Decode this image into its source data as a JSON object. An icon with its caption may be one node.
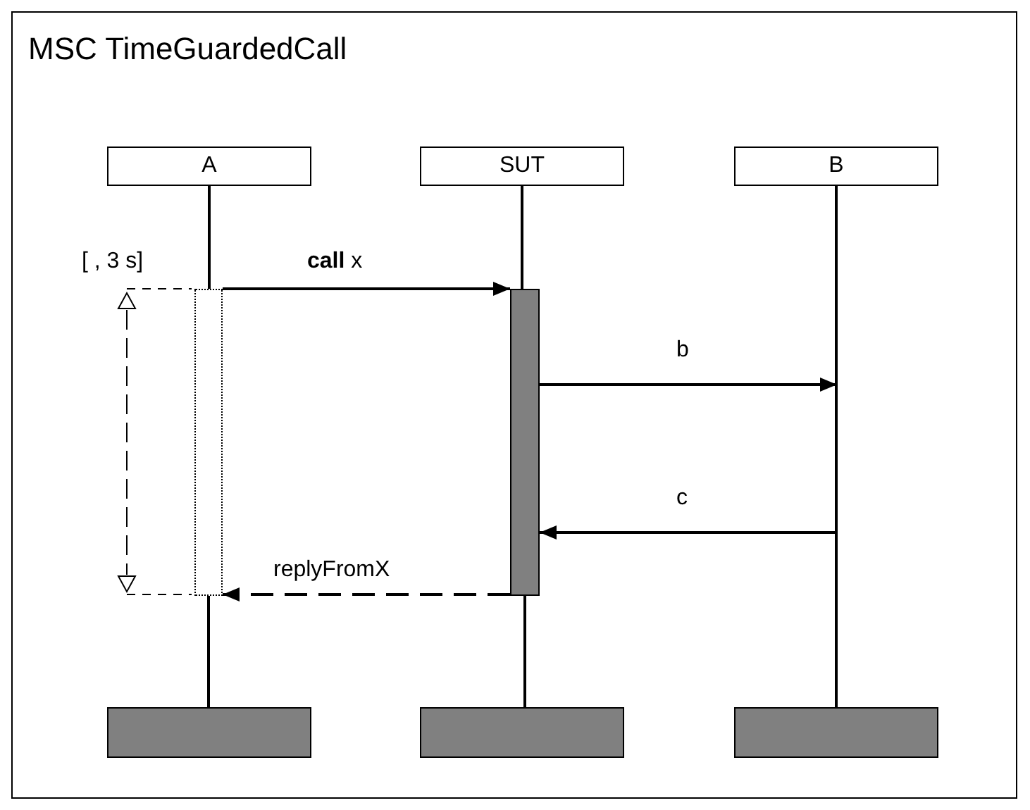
{
  "diagram": {
    "title": "MSC TimeGuardedCall",
    "nodes": [
      {
        "text": [
          "A"
        ]
      },
      {
        "text": [
          "SUT"
        ]
      },
      {
        "text": [
          "B"
        ]
      },
      {
        "text": [],
        "shape": "box"
      },
      {
        "text": [],
        "shape": "bar"
      },
      {
        "text": [],
        "shape": "bar"
      },
      {
        "text": [],
        "shape": "bar"
      },
      {
        "text": [],
        "shape": "bar"
      }
    ],
    "edges": [
      {
        "from": 0,
        "to": 3,
        "arrow": "none"
      },
      {
        "from": 3,
        "to": 5,
        "arrow": "none"
      },
      {
        "from": 1,
        "to": 4,
        "arrow": "none"
      },
      {
        "from": 4,
        "to": 6,
        "arrow": "none"
      },
      {
        "from": 2,
        "to": 7,
        "arrow": "none"
      },
      {
        "from": 3,
        "to": 4,
        "arrow": "to",
        "label": "**call** x"
      },
      {
        "from": 4,
        "to": null,
        "arrow": "to",
        "label": "b"
      },
      {
        "from": null,
        "to": 4,
        "arrow": "to",
        "label": "c"
      },
      {
        "from": 4,
        "to": 3,
        "arrow": "to",
        "label": "replyFromX",
        "style": "dashed"
      }
    ],
    "labels": [
      "[ , 3 s]"
    ]
  }
}
